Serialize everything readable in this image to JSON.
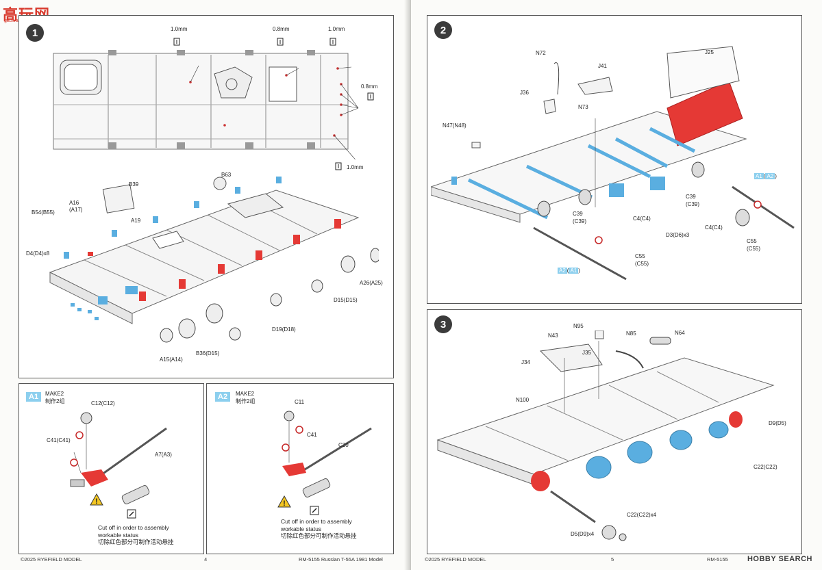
{
  "watermark": {
    "logo": "高玩网",
    "site": "gaowan.com"
  },
  "left_page": {
    "step1": {
      "number": "1",
      "thickness": [
        "1.0mm",
        "0.8mm",
        "1.0mm",
        "0.8mm",
        "1.0mm"
      ],
      "parts": [
        "B39",
        "B63",
        "B54(B55)",
        "A16",
        "(A17)",
        "A19",
        "D4(D4)x8",
        "A26(A25)",
        "D15(D15)",
        "D19(D18)",
        "A15(A14)",
        "B36(D15)"
      ]
    },
    "sub_a1": {
      "tag": "A1",
      "make": "MAKE2",
      "make_cn": "制作2组",
      "parts": [
        "C12(C12)",
        "C41(C41)",
        "A7(A3)"
      ],
      "note": [
        "Cut off in order to assembly",
        "workable status",
        "切除红色部分可制作活动悬挂"
      ]
    },
    "sub_a2": {
      "tag": "A2",
      "make": "MAKE2",
      "make_cn": "制作2组",
      "parts": [
        "C11",
        "C41",
        "C20"
      ],
      "note": [
        "Cut off in order to assembly",
        "workable status",
        "切除红色部分可制作活动悬挂"
      ]
    },
    "footer": {
      "copyright": "©2025 RYEFIELD MODEL",
      "page": "4",
      "model": "RM-5155 Russian T-55A 1981 Model"
    }
  },
  "right_page": {
    "step2": {
      "number": "2",
      "parts": [
        "N72",
        "J41",
        "J25",
        "J36",
        "N73",
        "N47(N48)",
        "C39",
        "(C39)",
        "C39",
        "(C39)",
        "C4(C4)",
        "C4(C4)",
        "D3(D6)x3",
        "C55",
        "(C55)",
        "C55",
        "(C55)"
      ],
      "callouts": [
        {
          "a": "A1",
          "b": "A2"
        },
        {
          "a": "A2",
          "b": "A1"
        }
      ]
    },
    "step3": {
      "number": "3",
      "parts": [
        "N95",
        "N43",
        "N85",
        "N64",
        "J35",
        "J34",
        "N100",
        "D9(D5)",
        "C22(C22)",
        "C22(C22)x4",
        "D5(D9)x4"
      ]
    },
    "footer": {
      "copyright": "©2025 RYEFIELD MODEL",
      "page": "5",
      "model": "RM-5155"
    },
    "brand": "HOBBY SEARCH"
  }
}
